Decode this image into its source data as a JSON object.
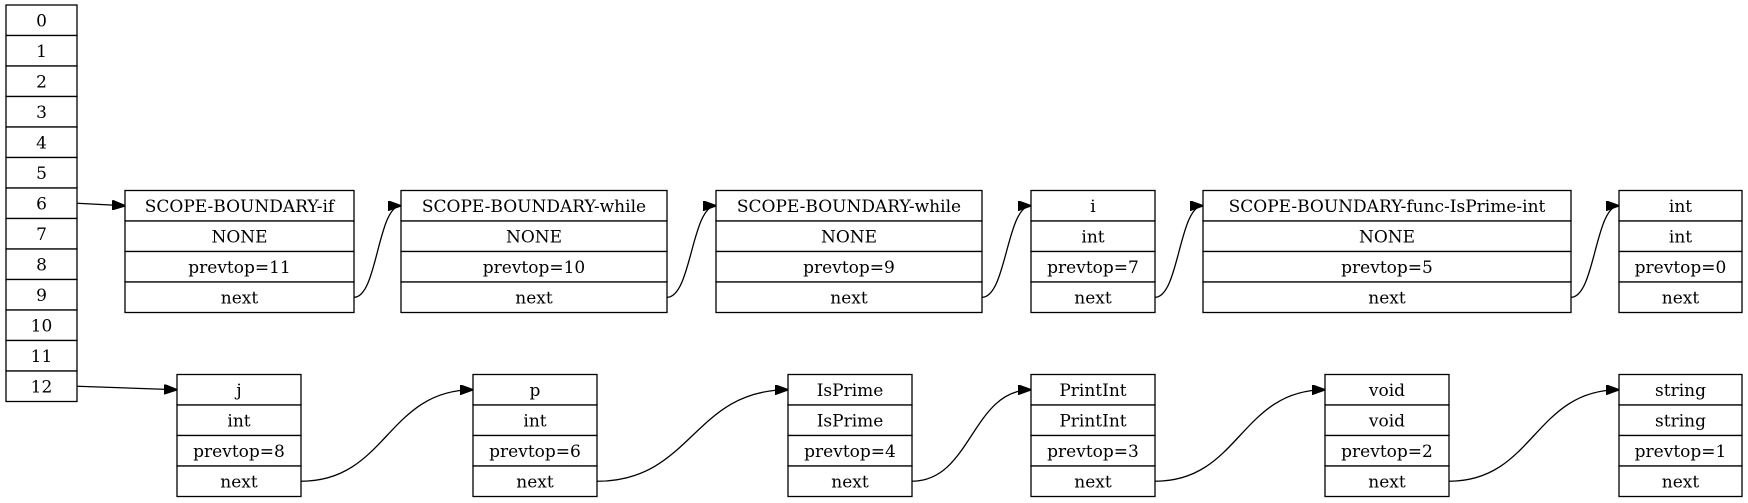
{
  "stack_indices": [
    "0",
    "1",
    "2",
    "3",
    "4",
    "5",
    "6",
    "7",
    "8",
    "9",
    "10",
    "11",
    "12"
  ],
  "nodes": {
    "if": [
      "SCOPE-BOUNDARY-if",
      "NONE",
      "prevtop=11",
      "next"
    ],
    "while1": [
      "SCOPE-BOUNDARY-while",
      "NONE",
      "prevtop=10",
      "next"
    ],
    "while2": [
      "SCOPE-BOUNDARY-while",
      "NONE",
      "prevtop=9",
      "next"
    ],
    "i": [
      "i",
      "int",
      "prevtop=7",
      "next"
    ],
    "func": [
      "SCOPE-BOUNDARY-func-IsPrime-int",
      "NONE",
      "prevtop=5",
      "next"
    ],
    "int": [
      "int",
      "int",
      "prevtop=0",
      "next"
    ],
    "j": [
      "j",
      "int",
      "prevtop=8",
      "next"
    ],
    "p": [
      "p",
      "int",
      "prevtop=6",
      "next"
    ],
    "isprime": [
      "IsPrime",
      "IsPrime",
      "prevtop=4",
      "next"
    ],
    "printint": [
      "PrintInt",
      "PrintInt",
      "prevtop=3",
      "next"
    ],
    "void": [
      "void",
      "void",
      "prevtop=2",
      "next"
    ],
    "string": [
      "string",
      "string",
      "prevtop=1",
      "next"
    ]
  }
}
